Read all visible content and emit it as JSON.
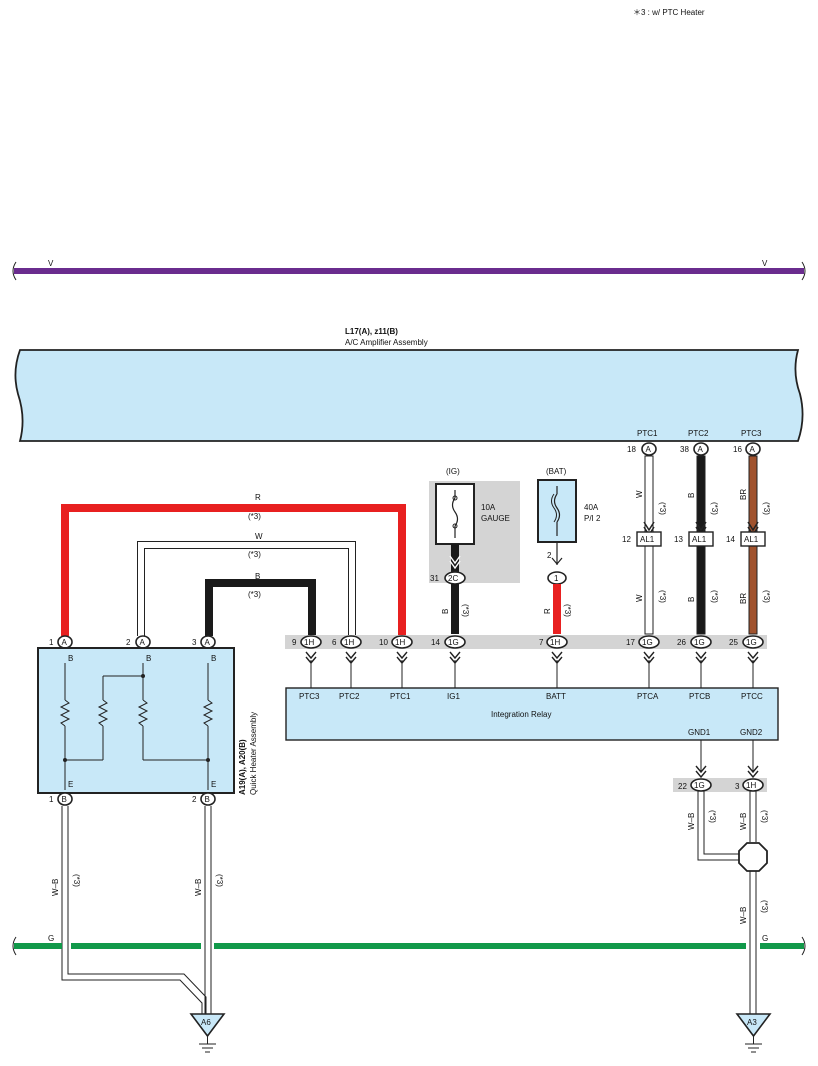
{
  "note": "＊3 : w/ PTC Heater",
  "bus_top": {
    "label_left": "V",
    "label_right": "V",
    "color": "#6a2c8e"
  },
  "bus_bottom": {
    "label_left": "G",
    "label_right": "G",
    "color": "#11994a"
  },
  "amplifier": {
    "code": "L17(A), z11(B)",
    "name": "A/C Amplifier Assembly"
  },
  "quick_heater": {
    "code": "A19(A), A20(B)",
    "name": "Quick Heater Assembly"
  },
  "relay": {
    "name": "Integration Relay"
  },
  "fuse_ig": {
    "source": "(IG)",
    "rating": "10A",
    "name": "GAUGE",
    "pin": "31",
    "conn": "2C"
  },
  "fuse_bat": {
    "source": "(BAT)",
    "rating": "40A",
    "name": "P/I 2",
    "pin": "2",
    "conn": "1"
  },
  "note_ref": "(*3)",
  "amp_pins": [
    {
      "name": "PTC1",
      "pin": "18",
      "conn": "A",
      "wire": "W",
      "color": "#ffffff",
      "jpin": "12",
      "jconn": "AL1",
      "rpin": "17",
      "rconn": "1G",
      "rname": "PTCA"
    },
    {
      "name": "PTC2",
      "pin": "38",
      "conn": "A",
      "wire": "B",
      "color": "#1a1a1a",
      "jpin": "13",
      "jconn": "AL1",
      "rpin": "26",
      "rconn": "1G",
      "rname": "PTCB"
    },
    {
      "name": "PTC3",
      "pin": "16",
      "conn": "A",
      "wire": "BR",
      "color": "#a0522d",
      "jpin": "14",
      "jconn": "AL1",
      "rpin": "25",
      "rconn": "1G",
      "rname": "PTCC"
    }
  ],
  "relay_left_pins": [
    {
      "pin": "9",
      "conn": "1H",
      "name": "PTC3"
    },
    {
      "pin": "6",
      "conn": "1H",
      "name": "PTC2"
    },
    {
      "pin": "10",
      "conn": "1H",
      "name": "PTC1"
    },
    {
      "pin": "14",
      "conn": "1G",
      "name": "IG1",
      "wire": "B"
    },
    {
      "pin": "7",
      "conn": "1H",
      "name": "BATT",
      "wire": "R"
    }
  ],
  "relay_ground_pins": [
    {
      "pin": "22",
      "conn": "1G",
      "name": "GND1",
      "wire": "W–B"
    },
    {
      "pin": "3",
      "conn": "1H",
      "name": "GND2",
      "wire": "W–B"
    }
  ],
  "heater_top_pins": [
    {
      "pin": "1",
      "conn": "A",
      "inner": "B"
    },
    {
      "pin": "2",
      "conn": "A",
      "inner": "B"
    },
    {
      "pin": "3",
      "conn": "A",
      "inner": "B"
    }
  ],
  "heater_bottom_pins": [
    {
      "pin": "1",
      "conn": "B",
      "inner": "E",
      "wire": "W–B"
    },
    {
      "pin": "2",
      "conn": "B",
      "inner": "E",
      "wire": "W–B"
    }
  ],
  "heater_wires": [
    {
      "label": "R",
      "color": "#e82020"
    },
    {
      "label": "W",
      "color": "#ffffff"
    },
    {
      "label": "B",
      "color": "#1a1a1a"
    }
  ],
  "ground_left": "A6",
  "ground_right": "A3",
  "ground_wire": "W–B"
}
